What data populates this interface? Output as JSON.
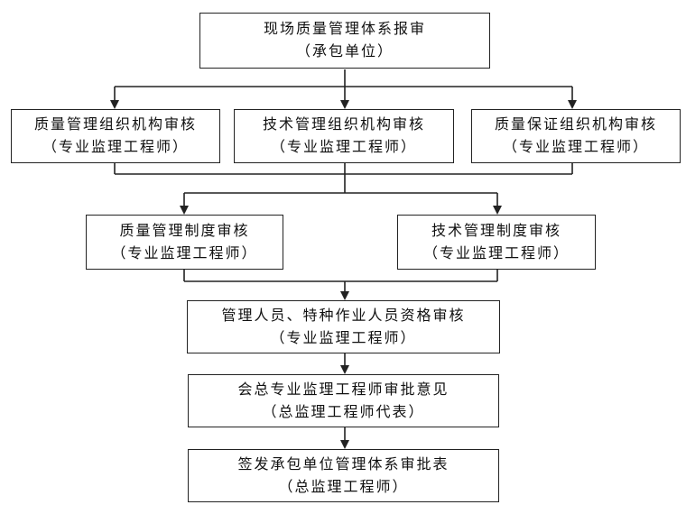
{
  "diagram": {
    "nodes": [
      {
        "id": "n1",
        "title": "现场质量管理体系报审",
        "subtitle": "（承包单位）"
      },
      {
        "id": "n2",
        "title": "质量管理组织机构审核",
        "subtitle": "（专业监理工程师）"
      },
      {
        "id": "n3",
        "title": "技术管理组织机构审核",
        "subtitle": "（专业监理工程师）"
      },
      {
        "id": "n4",
        "title": "质量保证组织机构审核",
        "subtitle": "（专业监理工程师）"
      },
      {
        "id": "n5",
        "title": "质量管理制度审核",
        "subtitle": "（专业监理工程师）"
      },
      {
        "id": "n6",
        "title": "技术管理制度审核",
        "subtitle": "（专业监理工程师）"
      },
      {
        "id": "n7",
        "title": "管理人员、特种作业人员资格审核",
        "subtitle": "（专业监理工程师）"
      },
      {
        "id": "n8",
        "title": "会总专业监理工程师审批意见",
        "subtitle": "（总监理工程师代表）"
      },
      {
        "id": "n9",
        "title": "签发承包单位管理体系审批表",
        "subtitle": "（总监理工程师）"
      }
    ],
    "edges": [
      {
        "from": "n1",
        "to": "n2"
      },
      {
        "from": "n1",
        "to": "n3"
      },
      {
        "from": "n1",
        "to": "n4"
      },
      {
        "from": "n2",
        "to": "n5"
      },
      {
        "from": "n3",
        "to": "n5"
      },
      {
        "from": "n4",
        "to": "n5"
      },
      {
        "from": "n2",
        "to": "n6"
      },
      {
        "from": "n3",
        "to": "n6"
      },
      {
        "from": "n4",
        "to": "n6"
      },
      {
        "from": "n5",
        "to": "n7"
      },
      {
        "from": "n6",
        "to": "n7"
      },
      {
        "from": "n7",
        "to": "n8"
      },
      {
        "from": "n8",
        "to": "n9"
      }
    ]
  }
}
